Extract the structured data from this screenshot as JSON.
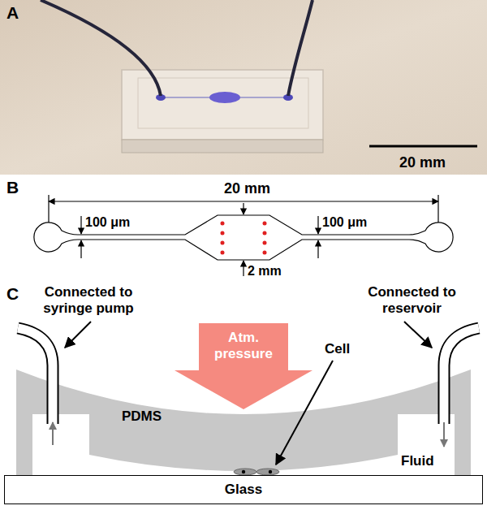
{
  "diagram": {
    "nodes": [
      {
        "text": [
          "Atm. pressure"
        ]
      },
      {
        "text": [
          "Glass"
        ]
      }
    ],
    "labels": [
      "A",
      "20 mm",
      "B",
      "20 mm",
      "100 μm",
      "100 μm",
      "2 mm",
      "C",
      "Connected to syringe pump",
      "Connected to reservoir",
      "PDMS",
      "Cell",
      "Fluid"
    ]
  }
}
